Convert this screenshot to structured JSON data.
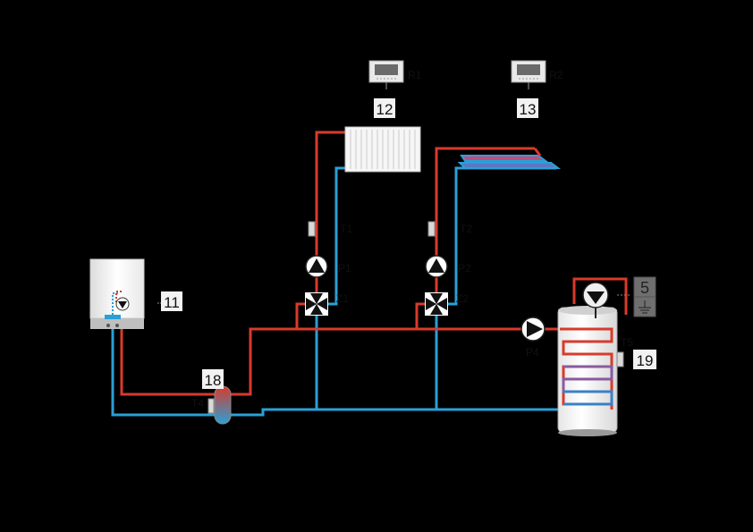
{
  "colors": {
    "background": "#000000",
    "supply_pipe": "#d93a2b",
    "return_pipe": "#2aa0d6",
    "label_box": "#f2f2f2",
    "component_body": "#f4f4f4"
  },
  "numbers": {
    "boiler": "11",
    "radiator": "12",
    "floor_controller": "13",
    "hydraulic_separator": "18",
    "tank_sensor": "19",
    "tank_panel": "5"
  },
  "labels": {
    "room_unit_1": "R1",
    "room_unit_2": "R2",
    "sensor_1": "T1",
    "sensor_2": "T2",
    "sensor_4": "T4",
    "sensor_5": "T5",
    "pump_1": "P1",
    "pump_2": "P2",
    "pump_4": "P4",
    "valve_1": "Z1",
    "valve_2": "Z2"
  },
  "icons": {
    "boiler": "wall-boiler-icon",
    "room_unit": "room-thermostat-icon",
    "radiator": "panel-radiator-icon",
    "floor_heating": "floor-heating-coil-icon",
    "pump": "circulation-pump-icon",
    "valve": "three-way-valve-icon",
    "sensor": "temperature-sensor-icon",
    "separator": "hydraulic-separator-icon",
    "tank": "hot-water-tank-icon",
    "ground": "ground-symbol-icon"
  }
}
